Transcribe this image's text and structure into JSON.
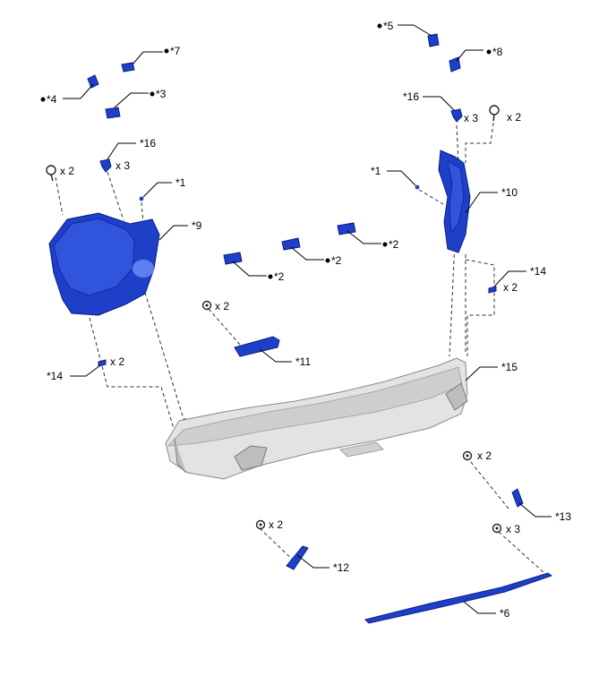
{
  "callouts": {
    "c1_left": "*1",
    "c1_right": "*1",
    "c2_a": "*2",
    "c2_b": "*2",
    "c2_c": "*2",
    "c3": "*3",
    "c4": "*4",
    "c5": "*5",
    "c6": "*6",
    "c7": "*7",
    "c8": "*8",
    "c9": "*9",
    "c10": "*10",
    "c11": "*11",
    "c12": "*12",
    "c13": "*13",
    "c14_left": "*14",
    "c14_right": "*14",
    "c15": "*15",
    "c16_left": "*16",
    "c16_right": "*16"
  },
  "quantities": {
    "q_bolt_left": "x 2",
    "q_clip16_left": "x 3",
    "q_clip16_right": "x 3",
    "q_bolt_right": "x 2",
    "q_clip14_right": "x 2",
    "q_clip14_left": "x 2",
    "q_bolt11": "x 2",
    "q_bolt13": "x 2",
    "q_bolt12": "x 2",
    "q_bolt6": "x 3"
  },
  "colors": {
    "part_blue": "#1e3fc8",
    "bumper_gray": "#e3e3e3"
  }
}
